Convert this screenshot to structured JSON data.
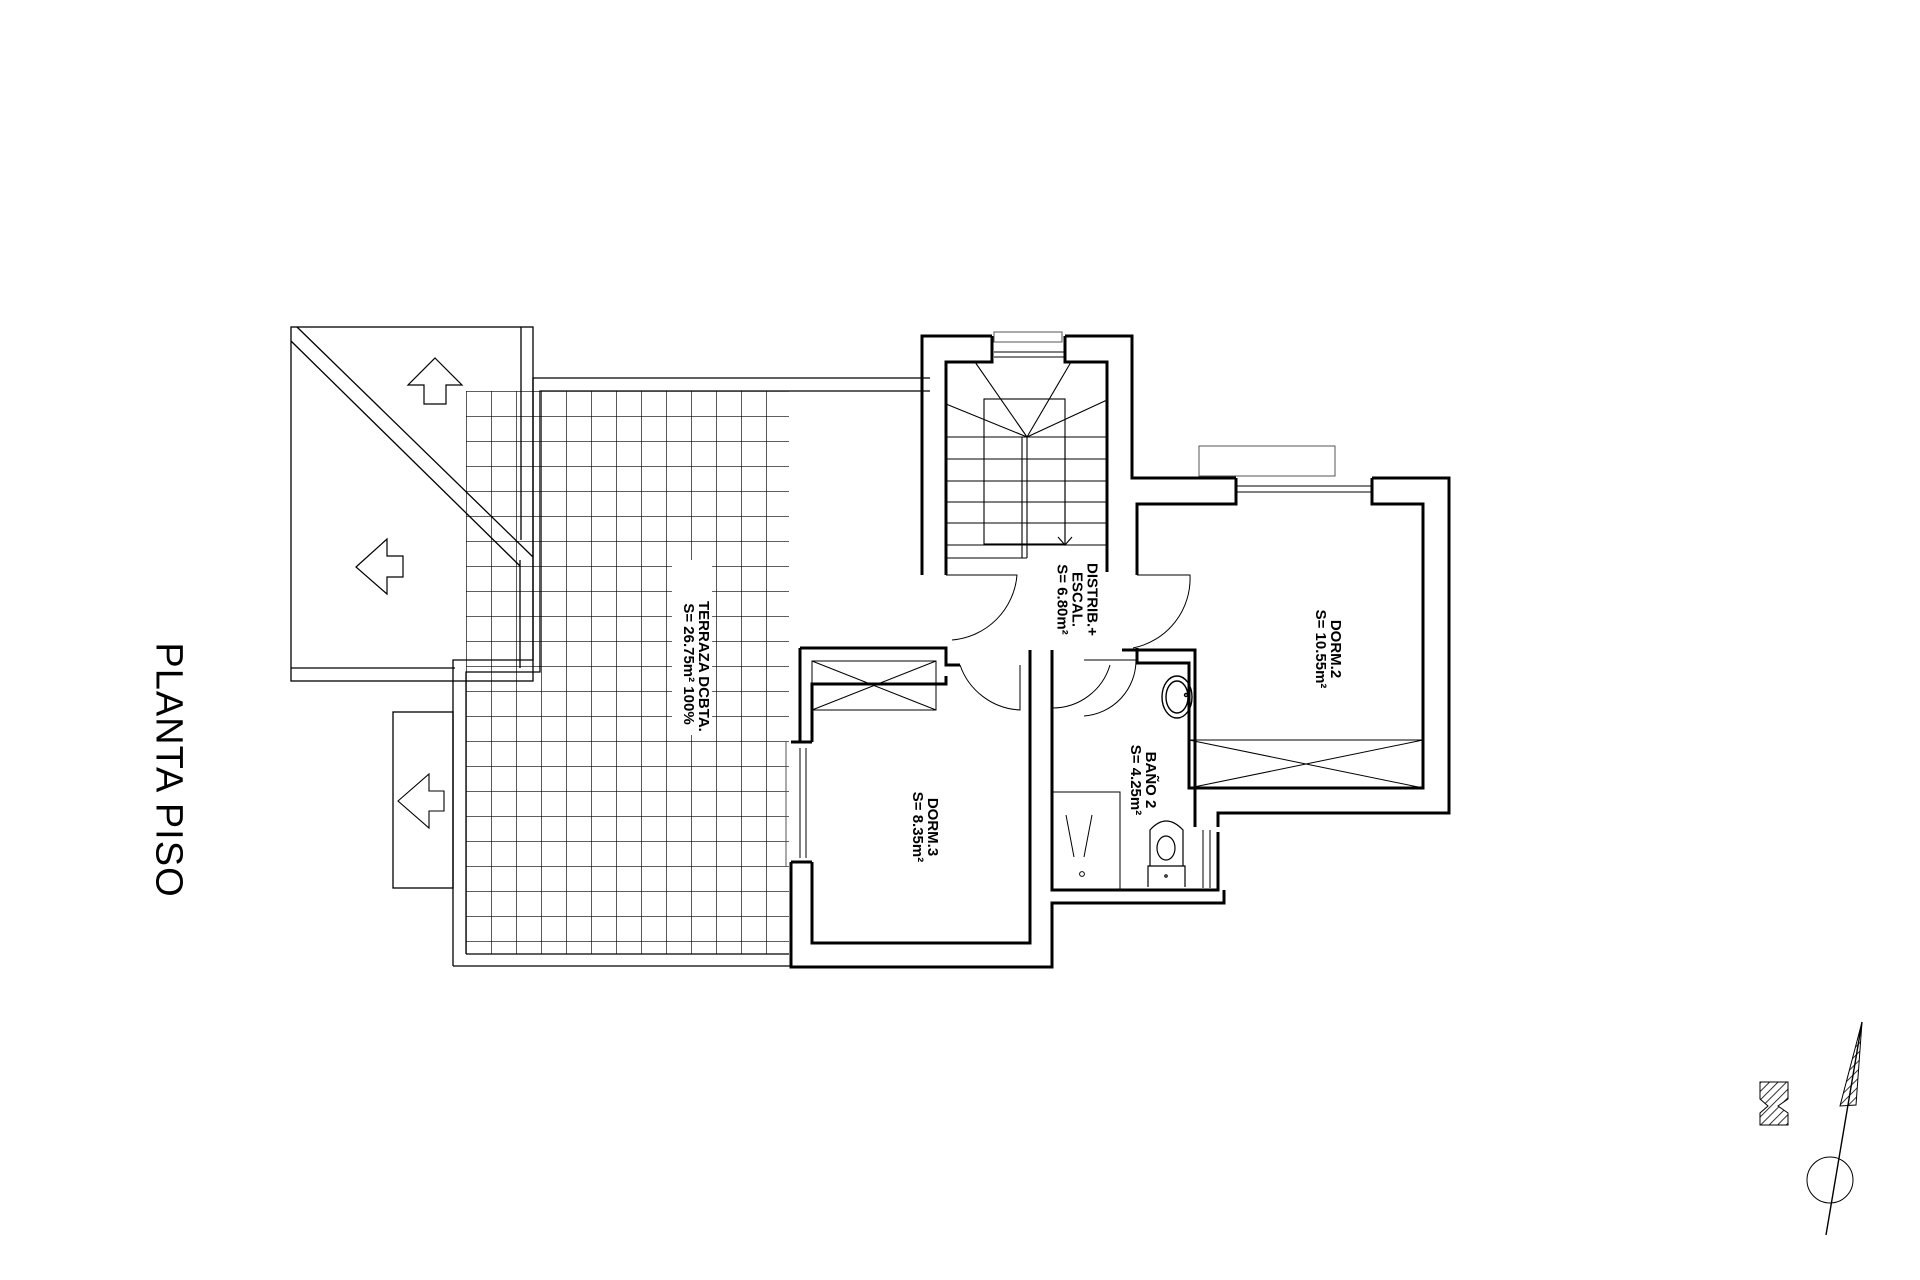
{
  "drawing": {
    "title": "PLANTA PISO",
    "colors": {
      "line": "#000000",
      "background": "#ffffff",
      "thin_line": "#555555"
    }
  },
  "rooms": [
    {
      "id": "terraza",
      "name": "TERRAZA DCBTA.",
      "area": "S= 26.75m² 100%"
    },
    {
      "id": "distrib",
      "name": "DISTRIB.+",
      "name2": "ESCAL.",
      "area": "S= 6.80m²"
    },
    {
      "id": "dorm2",
      "name": "DORM.2",
      "area": "S= 10.55m²"
    },
    {
      "id": "bano2",
      "name": "BAÑO 2",
      "area": "S= 4.25m²"
    },
    {
      "id": "dorm3",
      "name": "DORM.3",
      "area": "S= 8.35m²"
    }
  ],
  "symbols": {
    "north_arrow": "north-arrow-icon",
    "slope_arrows": [
      "roof-slope-arrow-up",
      "roof-slope-arrow-left",
      "roof-slope-arrow-left"
    ],
    "stair_direction": "stair-arrow-down"
  }
}
